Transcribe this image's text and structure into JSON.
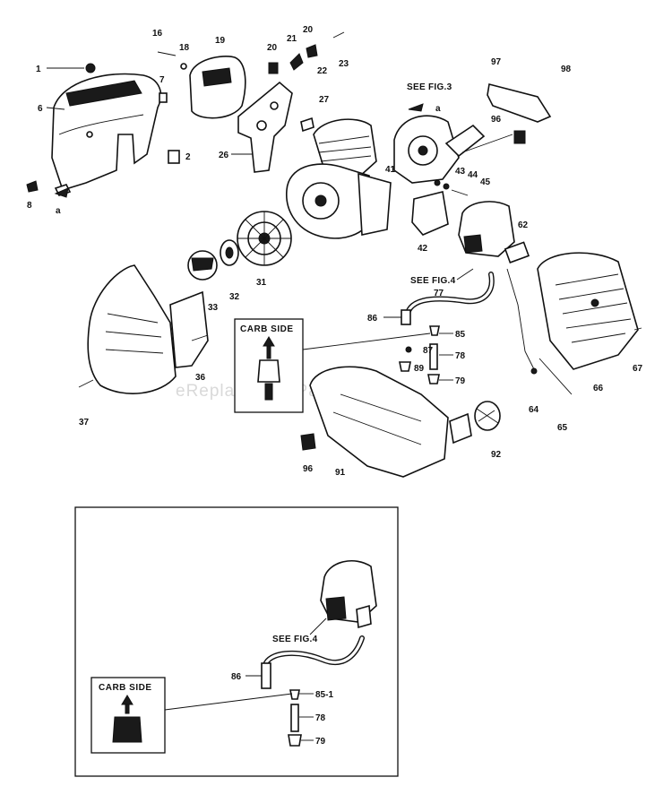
{
  "watermark": "eReplacementParts.com",
  "carb_side_label": "CARB SIDE",
  "see_fig3": "SEE FIG.3",
  "see_fig4": "SEE FIG.4",
  "arrow_label": "a",
  "callouts_main": [
    "1",
    "2",
    "6",
    "7",
    "8",
    "16",
    "18",
    "19",
    "20",
    "20",
    "21",
    "22",
    "23",
    "26",
    "27",
    "31",
    "32",
    "33",
    "36",
    "37",
    "41",
    "42",
    "43",
    "44",
    "45",
    "62",
    "64",
    "65",
    "66",
    "67",
    "77",
    "78",
    "79",
    "85",
    "86",
    "87",
    "89",
    "91",
    "92",
    "96",
    "96",
    "97",
    "98"
  ],
  "callouts_inset": [
    "86",
    "85-1",
    "78",
    "79"
  ]
}
